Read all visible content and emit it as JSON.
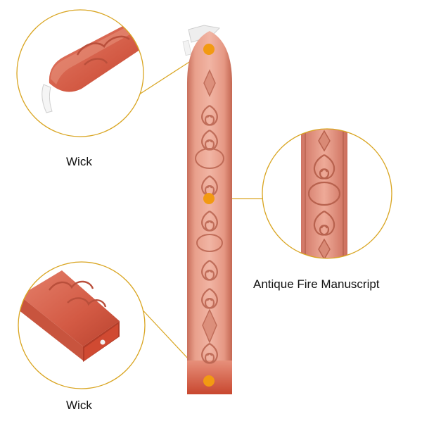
{
  "colors": {
    "stick_main": "#e59a86",
    "stick_light": "#f3c2b4",
    "stick_dark": "#c4624c",
    "stick_end": "#d6452c",
    "callout_line": "#d9a521",
    "dot": "#f29a12",
    "wick": "#f0f0f0"
  },
  "callouts": {
    "top_left": {
      "label": "Wick",
      "icon": "wick-tip-closeup"
    },
    "right": {
      "label": "Antique Fire Manuscript",
      "icon": "pattern-closeup"
    },
    "bottom_left": {
      "label": "Wick",
      "icon": "wick-end-closeup"
    }
  }
}
